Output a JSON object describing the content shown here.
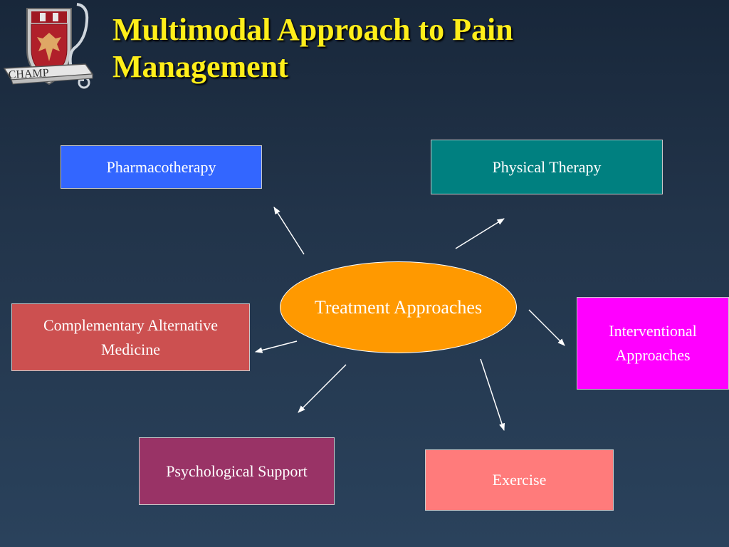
{
  "slide": {
    "title": "Multimodal Approach to Pain Management",
    "logo_text": "CHAMP"
  },
  "diagram": {
    "center": "Treatment Approaches",
    "nodes": [
      {
        "id": "pharmacotherapy",
        "label": "Pharmacotherapy",
        "color": "#3366ff"
      },
      {
        "id": "physical-therapy",
        "label": "Physical Therapy",
        "color": "#008080"
      },
      {
        "id": "complementary",
        "label": "Complementary Alternative Medicine",
        "color": "#cc5050"
      },
      {
        "id": "interventional",
        "label": "Interventional Approaches",
        "color": "#ff00ff"
      },
      {
        "id": "psychological",
        "label": "Psychological Support",
        "color": "#993366"
      },
      {
        "id": "exercise",
        "label": "Exercise",
        "color": "#ff7b7b"
      }
    ]
  }
}
